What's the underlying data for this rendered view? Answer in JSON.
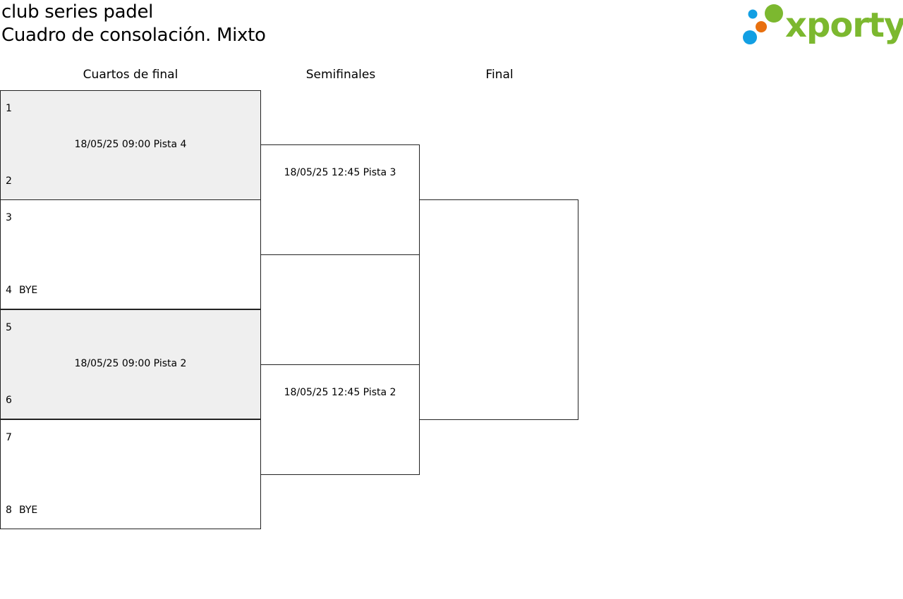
{
  "header": {
    "line1": "club series padel",
    "line2": "Cuadro de consolación. Mixto",
    "logo_text": "xporty",
    "logo_colors": {
      "blue": "#129fe3",
      "green": "#7cb82f",
      "orange": "#e8700f"
    }
  },
  "rounds": {
    "quarterfinals": "Cuartos de final",
    "semifinals": "Semifinales",
    "final": "Final"
  },
  "quarterfinals": [
    {
      "seed_a": "1",
      "team_a": "",
      "seed_b": "2",
      "team_b": "",
      "info": "18/05/25 09:00 Pista 4"
    },
    {
      "seed_a": "3",
      "team_a": "",
      "seed_b": "4",
      "team_b": "BYE",
      "info": ""
    },
    {
      "seed_a": "5",
      "team_a": "",
      "seed_b": "6",
      "team_b": "",
      "info": "18/05/25 09:00 Pista 2"
    },
    {
      "seed_a": "7",
      "team_a": "",
      "seed_b": "8",
      "team_b": "BYE",
      "info": ""
    }
  ],
  "semifinals": [
    {
      "info": "18/05/25 12:45 Pista 3"
    },
    {
      "info": "18/05/25 12:45 Pista 2"
    }
  ],
  "final": {
    "info": ""
  }
}
